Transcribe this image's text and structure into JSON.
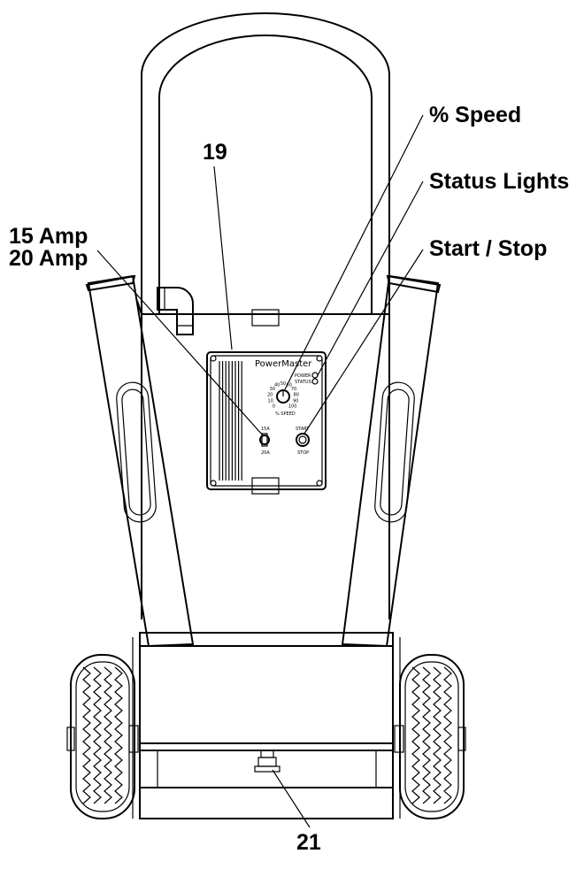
{
  "callouts": {
    "speed": "% Speed",
    "status_lights": "Status Lights",
    "start_stop": "Start / Stop",
    "amp_15": "15 Amp",
    "amp_20": "20 Amp",
    "item_19": "19",
    "item_21": "21"
  },
  "panel": {
    "brand": "PowerMaster",
    "power_led": "POWER",
    "status_led": "STATUS",
    "dial_caption": "% SPEED",
    "dial_ticks": [
      "0",
      "10",
      "20",
      "30",
      "40",
      "50",
      "60",
      "70",
      "80",
      "90",
      "100"
    ],
    "amp_switch_top": "15A",
    "amp_switch_bottom": "20A",
    "start_label": "START",
    "stop_label": "STOP"
  }
}
